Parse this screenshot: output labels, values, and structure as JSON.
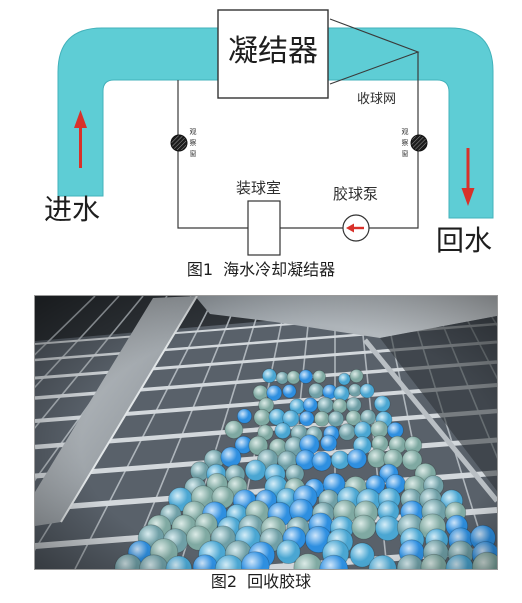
{
  "figure1": {
    "condenser_label": "凝结器",
    "net_label": "收球网",
    "sight_glass_left_label": "观察窗",
    "sight_glass_right_label": "观察窗",
    "ball_chamber_label": "装球室",
    "ball_pump_label": "胶球泵",
    "inlet_label": "进水",
    "outlet_label": "回水",
    "caption_number": "图1",
    "caption_text": "海水冷却凝结器",
    "colors": {
      "pipe": "#5ecdd5",
      "pipe_edge": "#43b2bb",
      "arrow": "#d8312a",
      "line": "#3a3a3a"
    }
  },
  "figure2": {
    "caption_number": "图2",
    "caption_text": "回收胶球",
    "colors": {
      "balls": [
        "#6f9fa6",
        "#4aa6d2",
        "#2e8fe0",
        "#7fa9a2"
      ],
      "grating": "#d3d8dc"
    }
  }
}
